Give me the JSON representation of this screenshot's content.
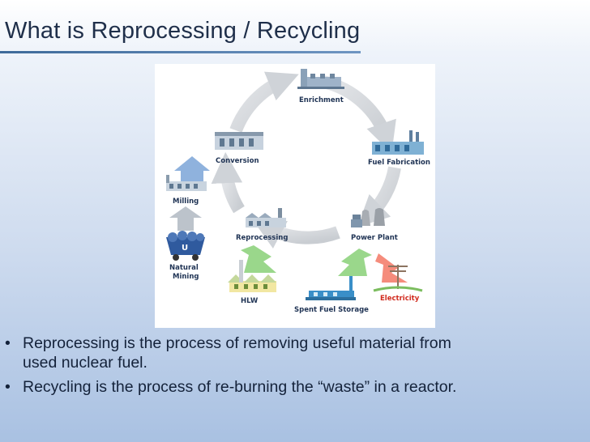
{
  "slide": {
    "title": "What is Reprocessing / Recycling"
  },
  "diagram": {
    "labels": {
      "enrichment": "Enrichment",
      "conversion": "Conversion",
      "fuel_fabrication": "Fuel Fabrication",
      "milling": "Milling",
      "reprocessing": "Reprocessing",
      "power_plant": "Power Plant",
      "natural_mining_1": "Natural",
      "natural_mining_2": "Mining",
      "ore_marker": "U",
      "hlw": "HLW",
      "electricity": "Electricity",
      "spent_fuel_storage": "Spent Fuel Storage"
    },
    "colors": {
      "cycle_arrows": "#d6d9dd",
      "green_arrow": "#8fd37e",
      "red_arrow": "#f4806e",
      "blue_arrow": "#8fb2dd",
      "electricity_text": "#d12b1e"
    }
  },
  "bullets": [
    {
      "line1": "Reprocessing is the process of removing useful material from",
      "line2": "used nuclear fuel."
    },
    {
      "line1": "Recycling is the process of re-burning the “waste” in a reactor.",
      "line2": ""
    }
  ]
}
